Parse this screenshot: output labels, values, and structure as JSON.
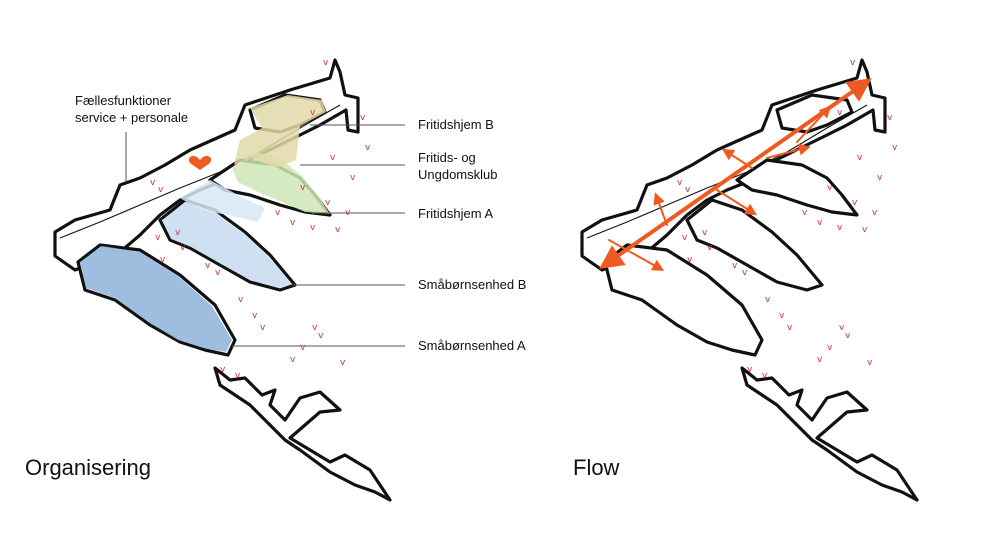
{
  "diagrams": [
    {
      "title": "Organisering",
      "labels": [
        {
          "id": "faelles",
          "lines": [
            "Fællesfunktioner",
            "service + personale"
          ]
        },
        {
          "id": "fritidshjem-b",
          "lines": [
            "Fritidshjem B"
          ]
        },
        {
          "id": "fritids-ungdomsklub",
          "lines": [
            "Fritids- og",
            "Ungdomsklub"
          ]
        },
        {
          "id": "fritidshjem-a",
          "lines": [
            "Fritidshjem A"
          ]
        },
        {
          "id": "smaaboern-b",
          "lines": [
            "Småbørnsenhed B"
          ]
        },
        {
          "id": "smaaboern-a",
          "lines": [
            "Småbørnsenhed A"
          ]
        }
      ],
      "zone_colors": {
        "fritidshjem_b": "#e2d9a8",
        "ungdomsklub": "#cfe6b6",
        "fritidshjem_a": "#d6e7f5",
        "smaaboern_b": "#c5daf0",
        "smaaboern_a": "#8eb2d8",
        "heart": "#f05a22"
      }
    },
    {
      "title": "Flow",
      "flow_color": "#f05a22"
    }
  ],
  "tree_color": "#d0303a",
  "tree_glyph": "v"
}
